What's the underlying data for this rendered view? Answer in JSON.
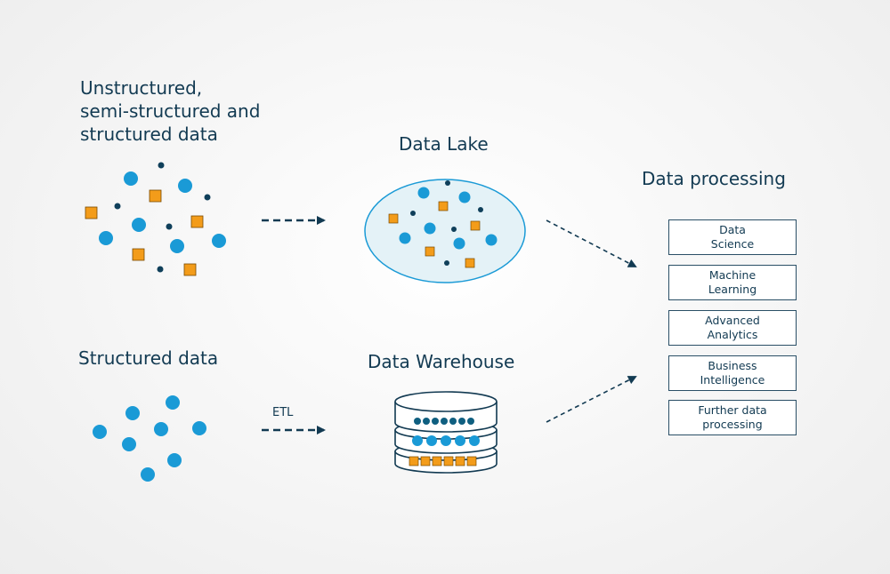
{
  "colors": {
    "text": "#123a52",
    "blue_dot": "#1a9ad6",
    "dark_dot": "#0f3f5a",
    "orange_square": "#f39c1a",
    "arrow": "#123a52"
  },
  "sources": {
    "unstructured_label_lines": [
      "Unstructured,",
      "semi-structured and",
      "structured data"
    ],
    "structured_label": "Structured data"
  },
  "storage": {
    "lake_label": "Data Lake",
    "warehouse_label": "Data Warehouse",
    "etl_label": "ETL"
  },
  "processing": {
    "title": "Data processing",
    "items": [
      {
        "label": "Data\nScience"
      },
      {
        "label": "Machine\nLearning"
      },
      {
        "label": "Advanced\nAnalytics"
      },
      {
        "label": "Business\nIntelligence"
      },
      {
        "label": "Further data\nprocessing"
      }
    ]
  }
}
